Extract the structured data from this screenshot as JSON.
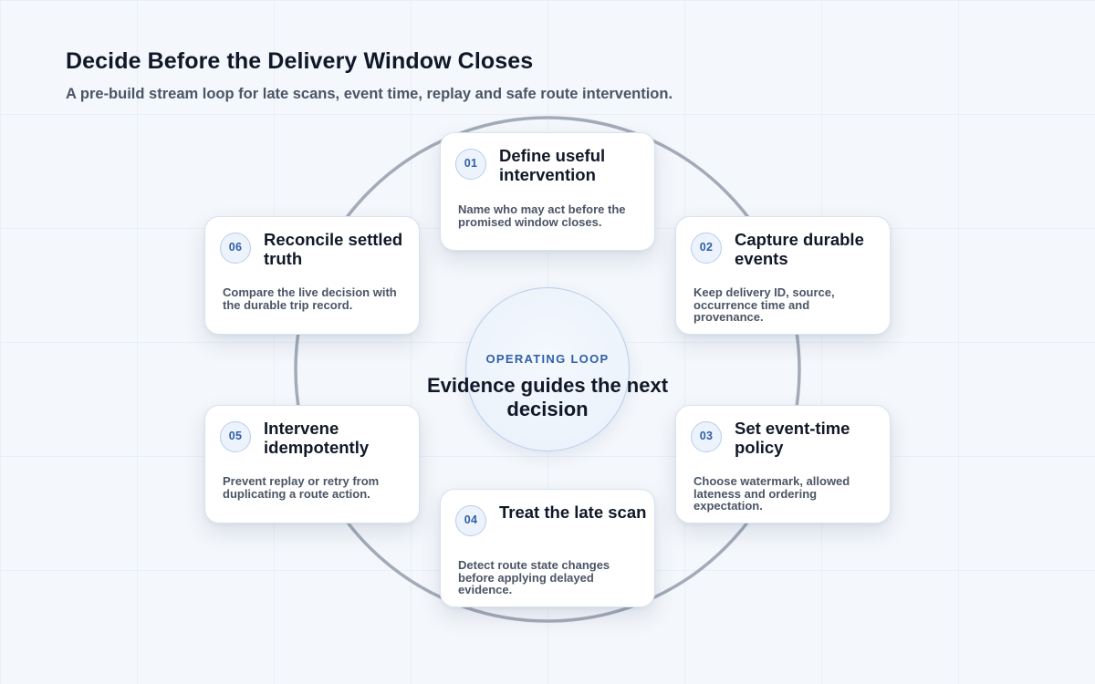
{
  "header": {
    "title": "Decide Before the Delivery Window Closes",
    "subtitle": "A pre-build stream loop for late scans, event time, replay and safe route intervention."
  },
  "center": {
    "kicker": "OPERATING LOOP",
    "text": "Evidence guides the next decision"
  },
  "steps": [
    {
      "number": "01",
      "title": "Define useful intervention",
      "description": "Name who may act before the promised window closes."
    },
    {
      "number": "02",
      "title": "Capture durable events",
      "description": "Keep delivery ID, source, occurrence time and provenance."
    },
    {
      "number": "03",
      "title": "Set event-time policy",
      "description": "Choose watermark, allowed lateness and ordering expectation."
    },
    {
      "number": "04",
      "title": "Treat the late scan",
      "description": "Detect route state changes before applying delayed evidence."
    },
    {
      "number": "05",
      "title": "Intervene idempotently",
      "description": "Prevent replay or retry from duplicating a route action."
    },
    {
      "number": "06",
      "title": "Reconcile settled truth",
      "description": "Compare the live decision with the durable trip record."
    }
  ],
  "colors": {
    "accent": "#2f5fa8",
    "ring": "#a3abb8",
    "text": "#111827",
    "muted": "#4b5565"
  }
}
